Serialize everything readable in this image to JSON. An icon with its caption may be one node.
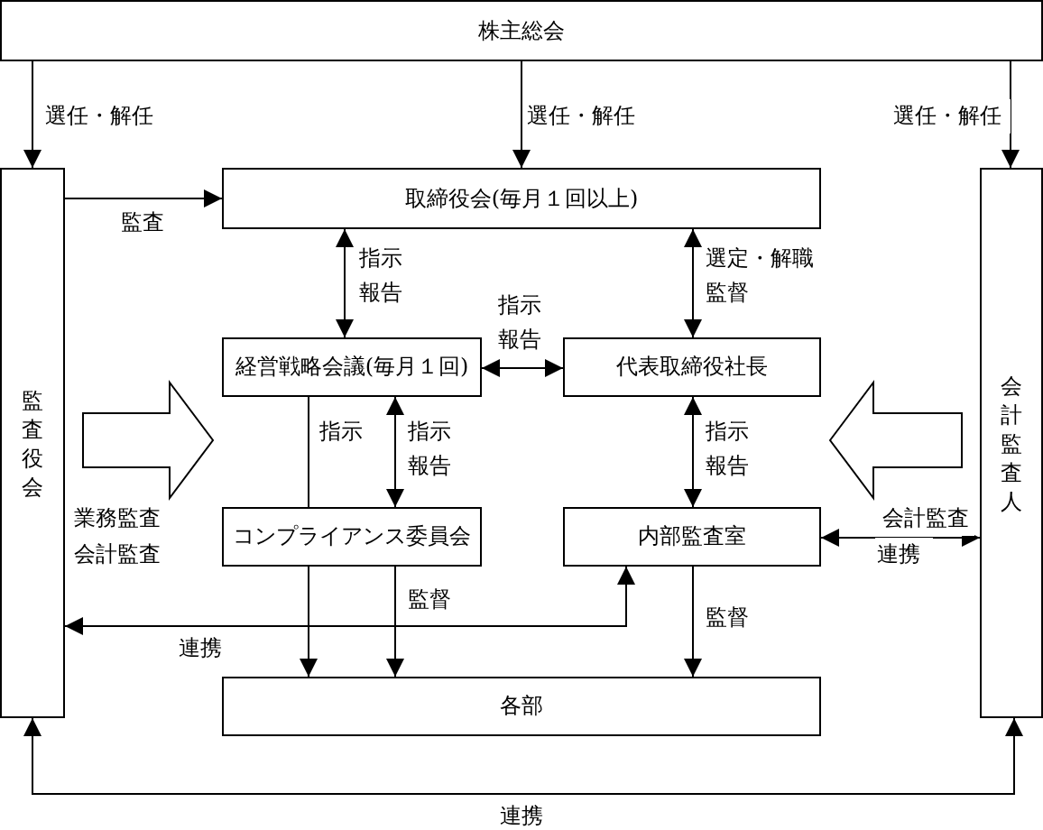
{
  "diagram": {
    "nodes": [
      {
        "text": [
          "株主総会"
        ]
      },
      {
        "text": [
          "監査役会"
        ]
      },
      {
        "text": [
          "取締役会(毎月１回以上)"
        ]
      },
      {
        "text": [
          "経営戦略会議(毎月１回)"
        ]
      },
      {
        "text": [
          "代表取締役社長"
        ]
      },
      {
        "text": [
          "コンプライアンス委員会"
        ]
      },
      {
        "text": [
          "内部監査室"
        ]
      },
      {
        "text": [
          "各部"
        ]
      },
      {
        "text": [
          "会計監査人"
        ]
      }
    ],
    "edges": [
      {
        "from": 0,
        "to": 1,
        "arrow": "to",
        "label": "選任・解任"
      },
      {
        "from": 0,
        "to": 2,
        "arrow": "to",
        "label": "選任・解任"
      },
      {
        "from": 0,
        "to": 8,
        "arrow": "to",
        "label": "選任・解任"
      },
      {
        "from": 1,
        "to": 2,
        "arrow": "to",
        "label": "監査"
      },
      {
        "from": 2,
        "to": 3,
        "arrow": "both",
        "label": "指示報告"
      },
      {
        "from": 3,
        "to": 4,
        "arrow": "both",
        "label": "指示報告"
      },
      {
        "from": 2,
        "to": 4,
        "arrow": "both",
        "label": "選定・解職監督"
      },
      {
        "from": 3,
        "to": 5,
        "arrow": "none",
        "label": "指示"
      },
      {
        "from": 3,
        "to": 5,
        "arrow": "both",
        "label": "指示報告"
      },
      {
        "from": 4,
        "to": 6,
        "arrow": "both",
        "label": "指示報告"
      },
      {
        "from": 5,
        "to": 7,
        "arrow": "to"
      },
      {
        "from": 5,
        "to": 7,
        "arrow": "to",
        "label": "監督"
      },
      {
        "from": 6,
        "to": 7,
        "arrow": "to",
        "label": "監督"
      },
      {
        "from": 6,
        "to": 8,
        "arrow": "both",
        "label": "連携"
      },
      {
        "from": 1,
        "to": 6,
        "arrow": "both",
        "label": "連携"
      },
      {
        "from": 1,
        "to": 8,
        "arrow": "both",
        "label": "連携"
      },
      {
        "from": 1,
        "to": 3,
        "arrow": "to"
      },
      {
        "from": 8,
        "to": 4,
        "arrow": "to"
      }
    ],
    "labels": [
      "業務監査",
      "会計監査",
      "会計監査"
    ]
  }
}
